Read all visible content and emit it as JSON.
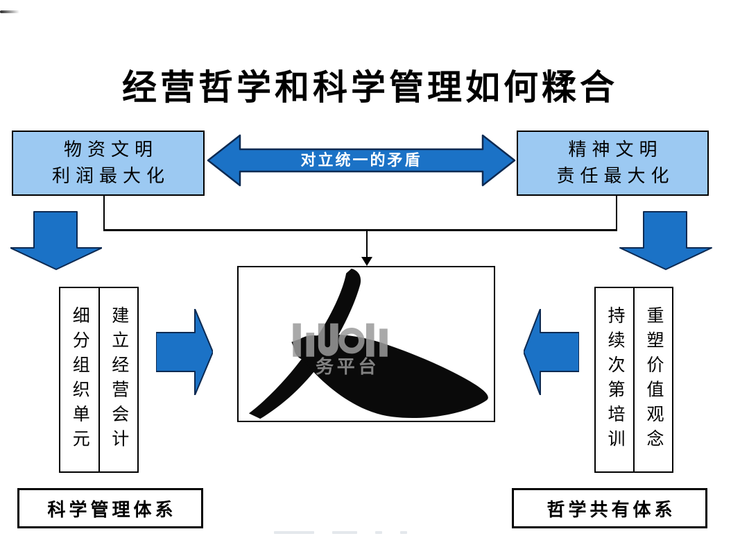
{
  "title": "经营哲学和科学管理如何糅合",
  "material_box": {
    "line1": "物资文明",
    "line2": "利润最大化"
  },
  "spirit_box": {
    "line1": "精神文明",
    "line2": "责任最大化"
  },
  "contradiction_arrow_label": "对立统一的矛盾",
  "science_panel": {
    "left_column": "细分组织单元",
    "right_column": "建立经营会计"
  },
  "philosophy_panel": {
    "left_column": "持续次第培训",
    "right_column": "重塑价值观念"
  },
  "science_system_label": "科学管理体系",
  "philosophy_system_label": "哲学共有体系",
  "center_image": {
    "character": "人",
    "watermark_text": "务平台"
  },
  "colors": {
    "box_fill": "#9CC9F2",
    "arrow_fill": "#1B72C6",
    "arrow_stroke": "#0D2A52",
    "line_black": "#000000"
  }
}
